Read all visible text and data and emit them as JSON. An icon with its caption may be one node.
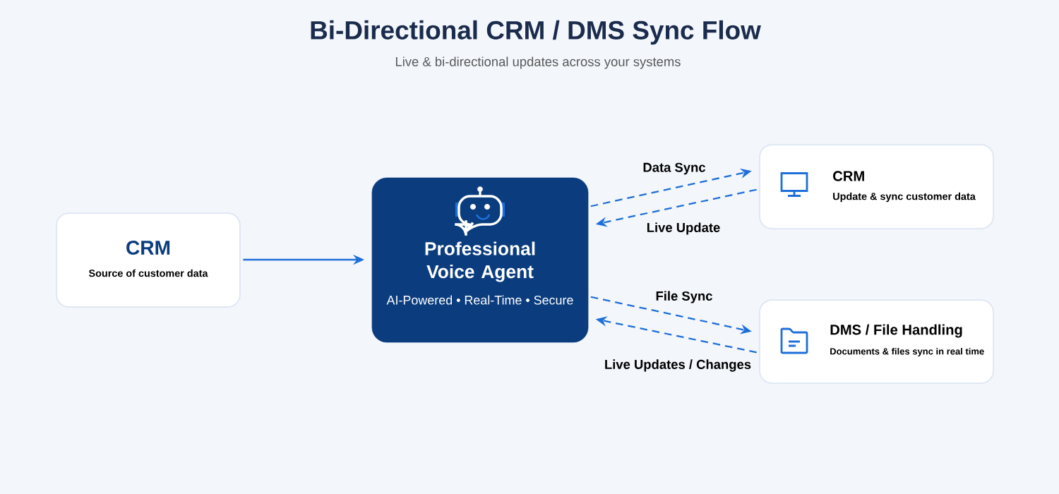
{
  "diagram": {
    "title": "Bi-Directional CRM / DMS Sync Flow",
    "nodes": [
      {
        "text": [
          "CRM",
          "Source of customer data"
        ]
      },
      {
        "text": [
          "Professional Voice Agent",
          "AI-Powered • Real-Time • Secure"
        ]
      },
      {
        "text": [
          "CRM",
          "Update & sync customer data"
        ]
      },
      {
        "text": [
          "DMS / File Handling",
          "Documents & files sync in real time"
        ]
      }
    ],
    "edges": [
      {
        "from": 0,
        "to": 1,
        "arrow": "to"
      },
      {
        "from": 1,
        "to": 2,
        "arrow": "to",
        "label": "Data Sync",
        "style": "dashed"
      },
      {
        "from": 2,
        "to": 1,
        "arrow": "to",
        "label": "Live Update",
        "style": "dashed"
      },
      {
        "from": 1,
        "to": 3,
        "arrow": "to",
        "label": "File Sync",
        "style": "dashed"
      },
      {
        "from": 3,
        "to": 1,
        "arrow": "to",
        "label": "Live Updates / Changes",
        "style": "dashed"
      }
    ],
    "labels": [
      "Live & bi-directional updates across your systems"
    ]
  }
}
